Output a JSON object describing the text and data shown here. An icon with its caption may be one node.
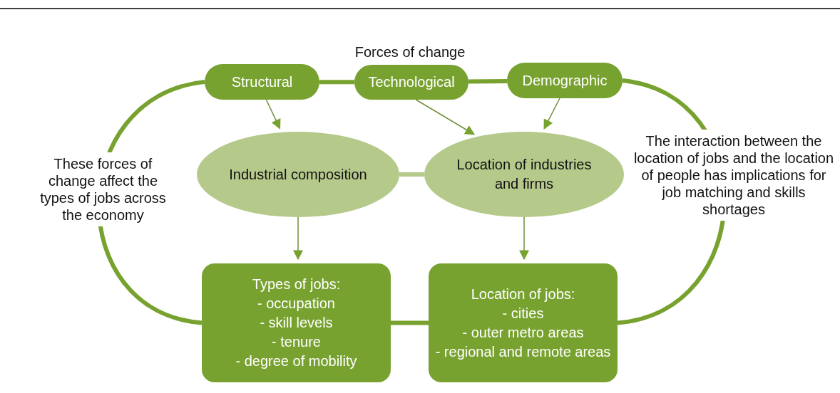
{
  "diagram": {
    "title": "Forces of change",
    "nodes": [
      {
        "text": [
          "Structural"
        ]
      },
      {
        "text": [
          "Technological"
        ]
      },
      {
        "text": [
          "Demographic"
        ]
      },
      {
        "text": [
          "Industrial composition"
        ]
      },
      {
        "text": [
          "Location of industries and firms"
        ]
      },
      {
        "text": [
          "Types of jobs:",
          "- occupation",
          "- skill levels",
          "- tenure",
          "- degree of mobility"
        ]
      },
      {
        "text": [
          "Location of jobs:",
          "- cities",
          "- outer metro areas",
          "- regional and remote areas"
        ]
      }
    ],
    "edges": [
      {
        "from": 0,
        "to": 1,
        "arrow": "none"
      },
      {
        "from": 1,
        "to": 2,
        "arrow": "none"
      },
      {
        "from": 0,
        "to": 3,
        "arrow": "to"
      },
      {
        "from": 1,
        "to": 4,
        "arrow": "to"
      },
      {
        "from": 2,
        "to": 4,
        "arrow": "to"
      },
      {
        "from": 3,
        "to": 4,
        "arrow": "none",
        "color": "#b5c98b"
      },
      {
        "from": 3,
        "to": 5,
        "arrow": "to"
      },
      {
        "from": 4,
        "to": 6,
        "arrow": "to"
      },
      {
        "from": 5,
        "to": 6,
        "arrow": "none"
      },
      {
        "from": 0,
        "to": 5,
        "arrow": "none"
      },
      {
        "from": 2,
        "to": 6,
        "arrow": "none"
      }
    ],
    "labels": [
      "These forces of change affect the types of jobs across the economy",
      "The interaction between the location of jobs and the location of people has implications for job matching and skills shortages"
    ]
  }
}
